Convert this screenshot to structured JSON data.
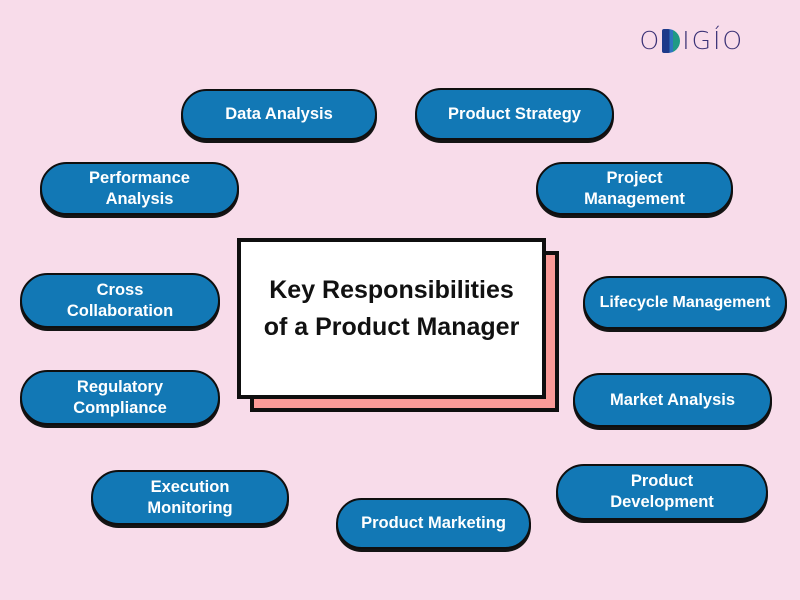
{
  "page": {
    "background_color": "#f8dcea"
  },
  "logo": {
    "prefix": "O",
    "d_letter": "D",
    "suffix": "IGÍO",
    "text_color": "#3b3276",
    "d_stripe_colors": [
      "#1e3a8a",
      "#2f74c0",
      "#1f9a85"
    ]
  },
  "center_card": {
    "title_line1": "Key Responsibilities",
    "title_line2": "of a Product Manager",
    "card_color": "#ffffff",
    "shadow_color": "#fb9b98",
    "border_color": "#0f0f0f"
  },
  "bubble_style": {
    "fill_color": "#1278b5",
    "text_color": "#ffffff",
    "border_color": "#0f0f0f"
  },
  "bubbles": [
    {
      "label": "Data Analysis"
    },
    {
      "label": "Product Strategy"
    },
    {
      "label": "Performance Analysis"
    },
    {
      "label": "Project Management"
    },
    {
      "label": "Cross Collaboration"
    },
    {
      "label": "Lifecycle Management"
    },
    {
      "label": "Regulatory Compliance"
    },
    {
      "label": "Market Analysis"
    },
    {
      "label": "Execution Monitoring"
    },
    {
      "label": "Product Development"
    },
    {
      "label": "Product Marketing"
    }
  ]
}
